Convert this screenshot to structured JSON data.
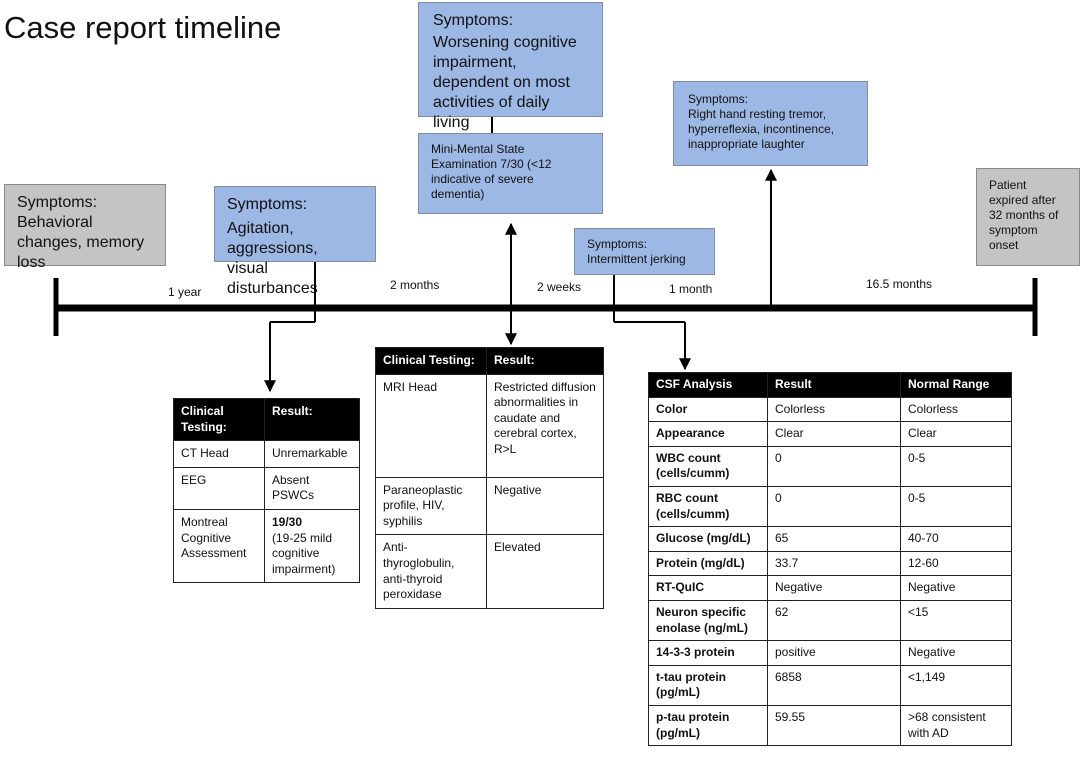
{
  "title": "Case report timeline",
  "boxes": {
    "start": {
      "heading": "Symptoms:",
      "text": "Behavioral changes, memory loss"
    },
    "agitation": {
      "heading": "Symptoms:",
      "text": "Agitation, aggressions, visual disturbances"
    },
    "worsening": {
      "heading": "Symptoms:",
      "text": "Worsening cognitive impairment, dependent on most activities of daily living"
    },
    "mmse": {
      "text": "Mini-Mental State Examination 7/30 (<12 indicative of severe dementia)"
    },
    "jerking": {
      "heading": "Symptoms:",
      "text": "Intermittent jerking"
    },
    "tremor": {
      "heading": "Symptoms:",
      "text": "Right hand resting tremor, hyperreflexia, incontinence, inappropriate laughter"
    },
    "expired": {
      "text": "Patient expired after 32 months of symptom onset"
    }
  },
  "intervals": [
    "1 year",
    "2 months",
    "2 weeks",
    "1 month",
    "16.5 months"
  ],
  "table1": {
    "headers": [
      "Clinical Testing:",
      "Result:"
    ],
    "rows": [
      [
        "CT Head",
        "Unremarkable"
      ],
      [
        "EEG",
        "Absent PSWCs"
      ],
      [
        "Montreal Cognitive Assessment",
        "19/30",
        "(19-25 mild cognitive impairment)"
      ]
    ]
  },
  "table2": {
    "headers": [
      "Clinical Testing:",
      "Result:"
    ],
    "rows": [
      [
        "MRI Head",
        "Restricted diffusion abnormalities in caudate and cerebral cortex, R>L"
      ],
      [
        "Paraneoplastic profile, HIV, syphilis",
        "Negative"
      ],
      [
        "Anti-thyroglobulin, anti-thyroid peroxidase",
        "Elevated"
      ]
    ]
  },
  "csf": {
    "headers": [
      "CSF Analysis",
      "Result",
      "Normal Range"
    ],
    "rows": [
      [
        "Color",
        "Colorless",
        "Colorless"
      ],
      [
        "Appearance",
        "Clear",
        "Clear"
      ],
      [
        "WBC count (cells/cumm)",
        "0",
        "0-5"
      ],
      [
        "RBC count (cells/cumm)",
        "0",
        "0-5"
      ],
      [
        "Glucose (mg/dL)",
        "65",
        "40-70"
      ],
      [
        "Protein (mg/dL)",
        "33.7",
        "12-60"
      ],
      [
        "RT-QuIC",
        "Negative",
        "Negative"
      ],
      [
        "Neuron specific enolase (ng/mL)",
        "62",
        "<15"
      ],
      [
        "14-3-3 protein",
        "positive",
        "Negative"
      ],
      [
        "t-tau protein (pg/mL)",
        "6858",
        "<1,149"
      ],
      [
        "p-tau protein (pg/mL)",
        "59.55",
        ">68 consistent with AD"
      ]
    ]
  }
}
